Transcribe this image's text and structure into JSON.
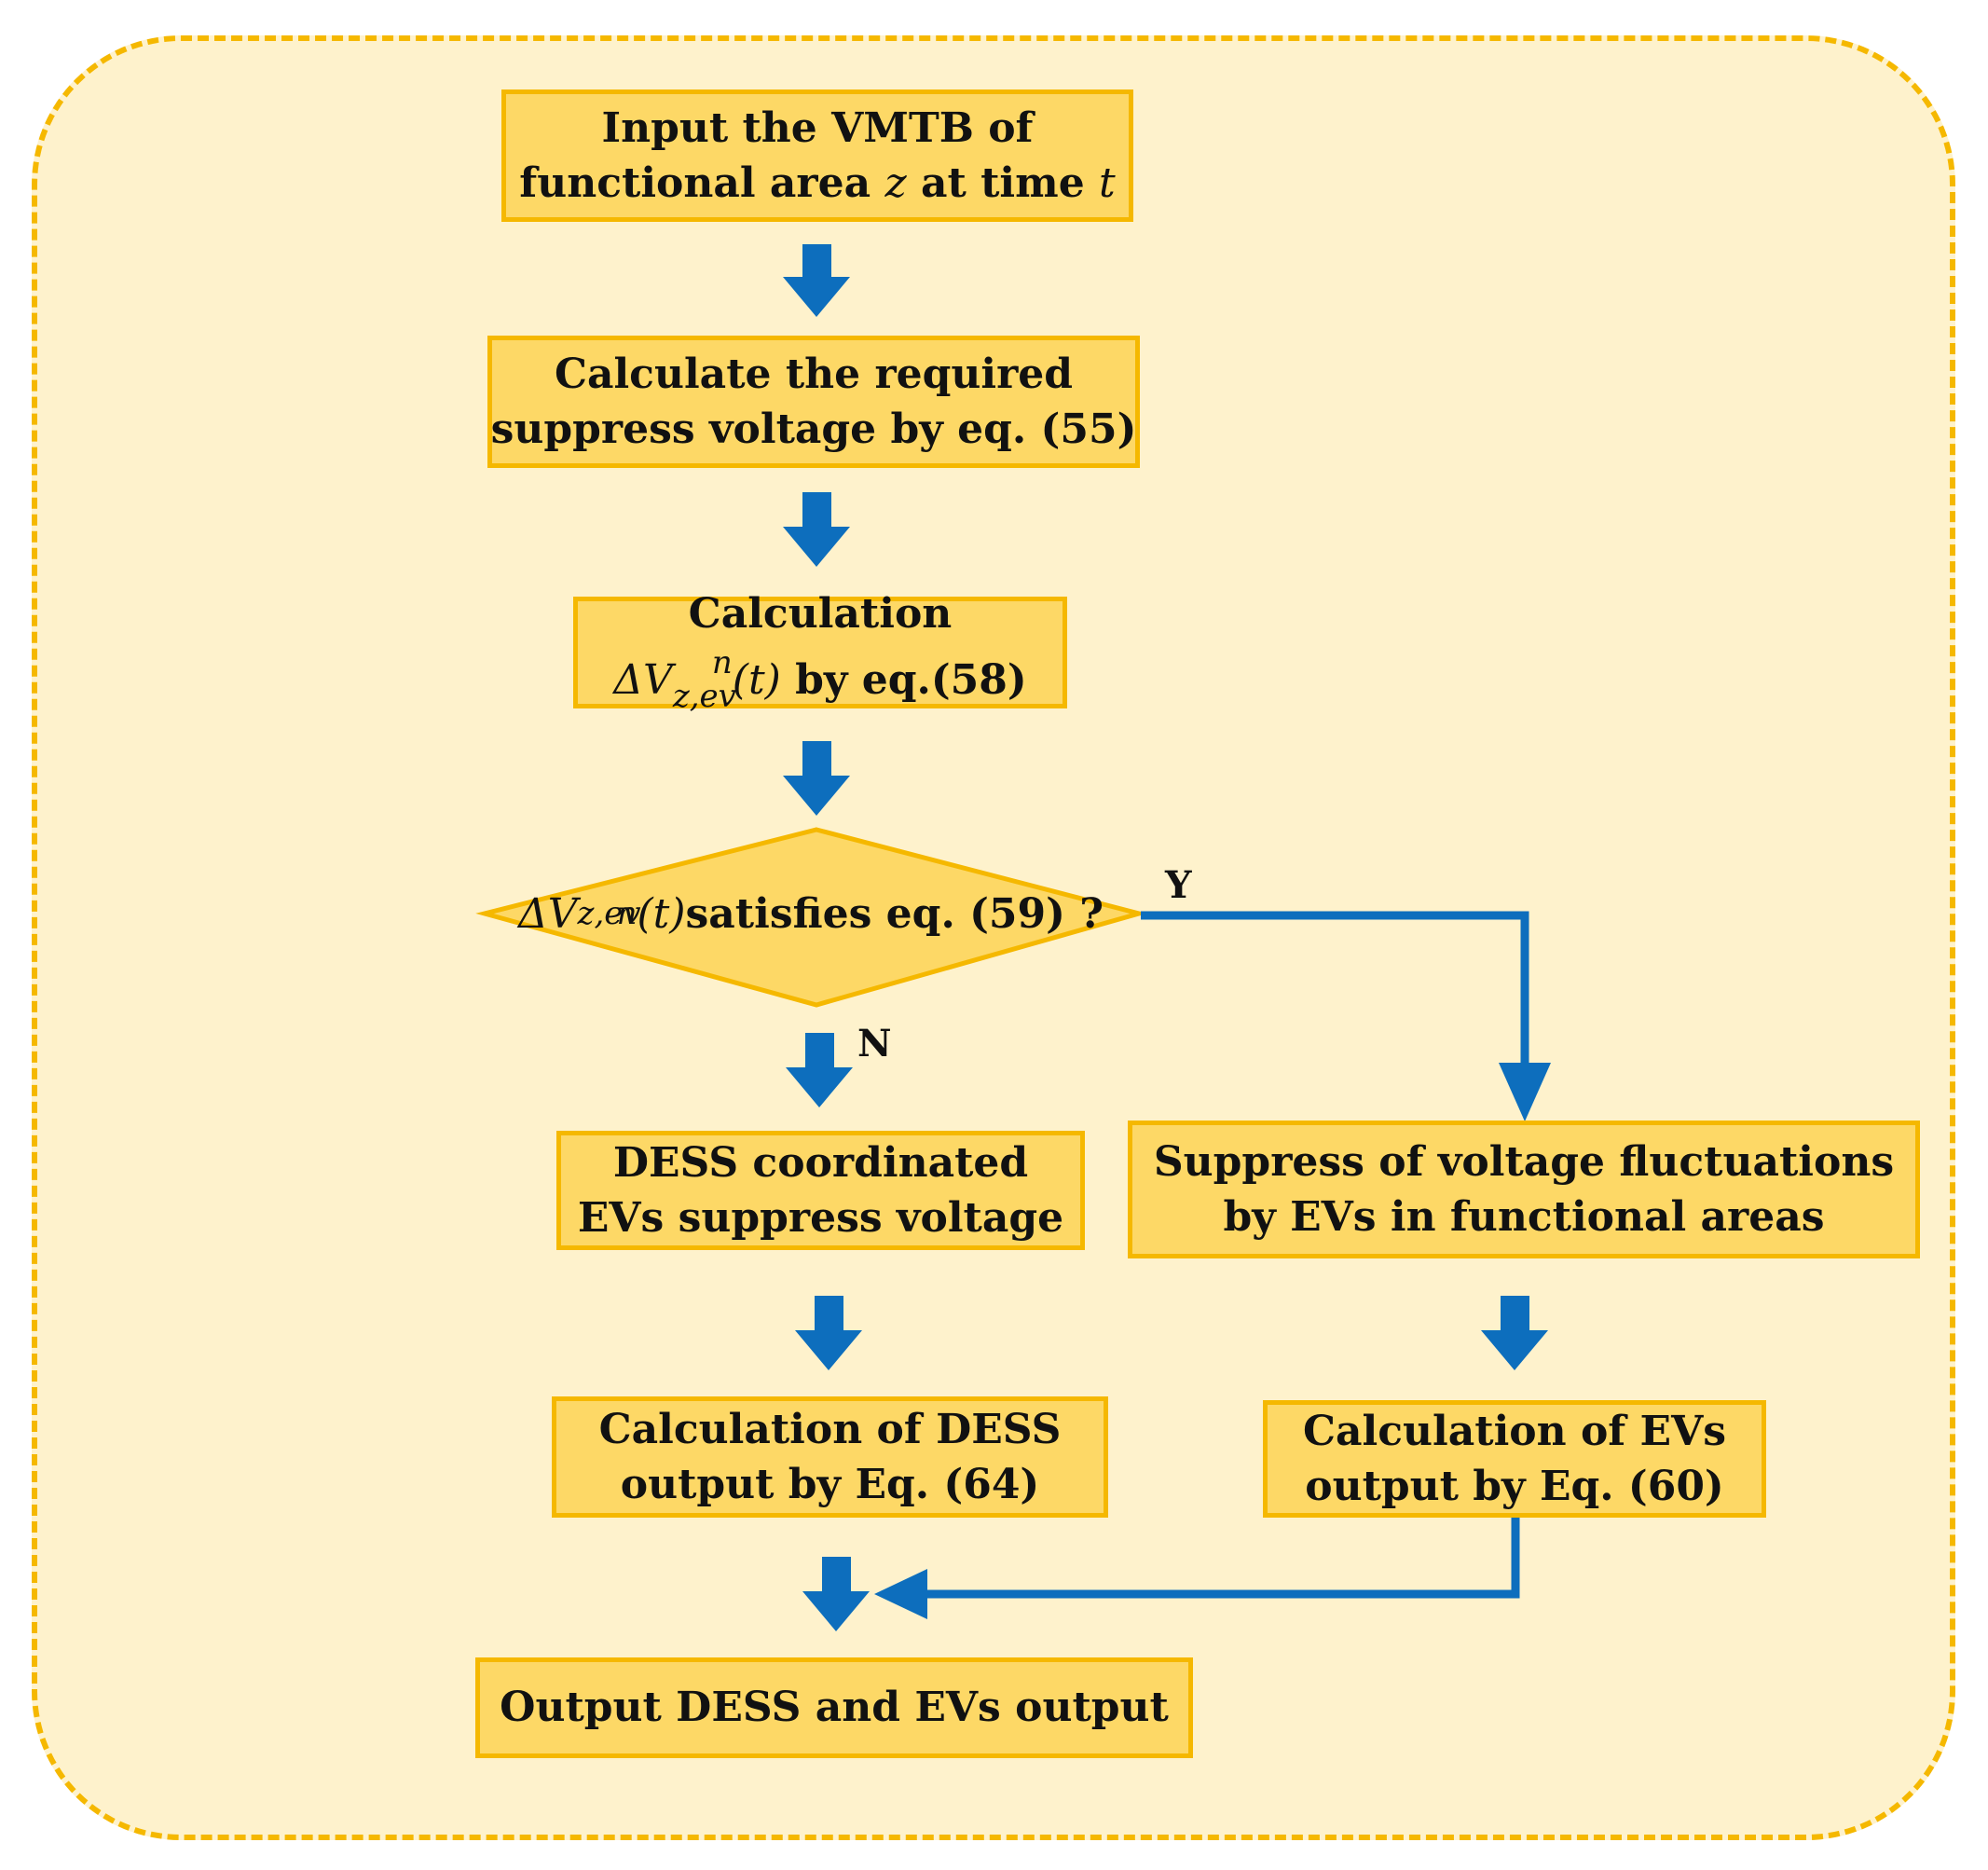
{
  "diagram": {
    "start": {
      "line1": "Input the VMTB of",
      "line2_pre": "functional area ",
      "line2_var1": "z",
      "line2_mid": " at time ",
      "line2_var2": "t"
    },
    "step1": {
      "line1": "Calculate the required",
      "line2": "suppress voltage by eq. (55)"
    },
    "step2": {
      "line1": "Calculation",
      "delta": "ΔV",
      "sup": "n",
      "sub": "z,ev",
      "arg": "(t)",
      "suffix": " by eq.(58)"
    },
    "decision": {
      "delta": "ΔV",
      "sup": "n",
      "sub": "z,ev",
      "arg": "(t)",
      "suffix": "satisfies eq. (59) ?"
    },
    "yes_label": "Y",
    "no_label": "N",
    "no_branch": {
      "step": {
        "line1": "DESS coordinated",
        "line2": "EVs suppress voltage"
      },
      "calc": {
        "line1": "Calculation of DESS",
        "line2": "output by Eq. (64)"
      }
    },
    "yes_branch": {
      "step": {
        "line1": "Suppress of voltage fluctuations",
        "line2": "by EVs in functional areas"
      },
      "calc": {
        "line1": "Calculation of EVs",
        "line2": "output by Eq. (60)"
      }
    },
    "end": {
      "label": "Output DESS and EVs output"
    }
  },
  "colors": {
    "frame_border": "#f5b800",
    "frame_fill": "#fef2cc",
    "box_fill": "#fdd866",
    "box_border": "#f5b800",
    "arrow": "#0d6ebd"
  }
}
